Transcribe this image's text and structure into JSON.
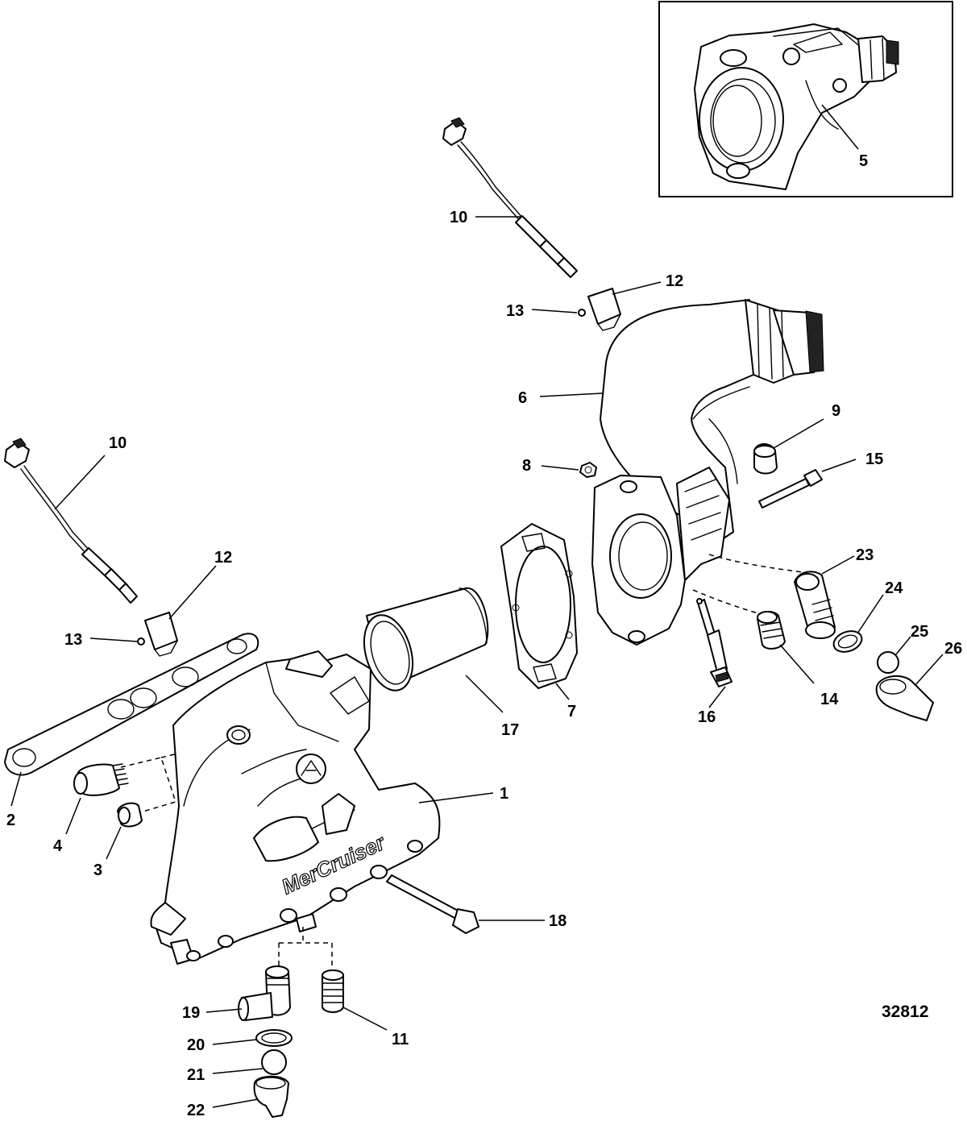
{
  "figure_number": "32812",
  "brand_text": "MerCruiser",
  "callouts": {
    "c1": "1",
    "c2": "2",
    "c3": "3",
    "c4": "4",
    "c5": "5",
    "c6": "6",
    "c7": "7",
    "c8": "8",
    "c9": "9",
    "c10a": "10",
    "c10b": "10",
    "c11": "11",
    "c12a": "12",
    "c12b": "12",
    "c13a": "13",
    "c13b": "13",
    "c14": "14",
    "c15": "15",
    "c16": "16",
    "c17": "17",
    "c18": "18",
    "c19": "19",
    "c20": "20",
    "c21": "21",
    "c22": "22",
    "c23": "23",
    "c24": "24",
    "c25": "25",
    "c26": "26"
  }
}
